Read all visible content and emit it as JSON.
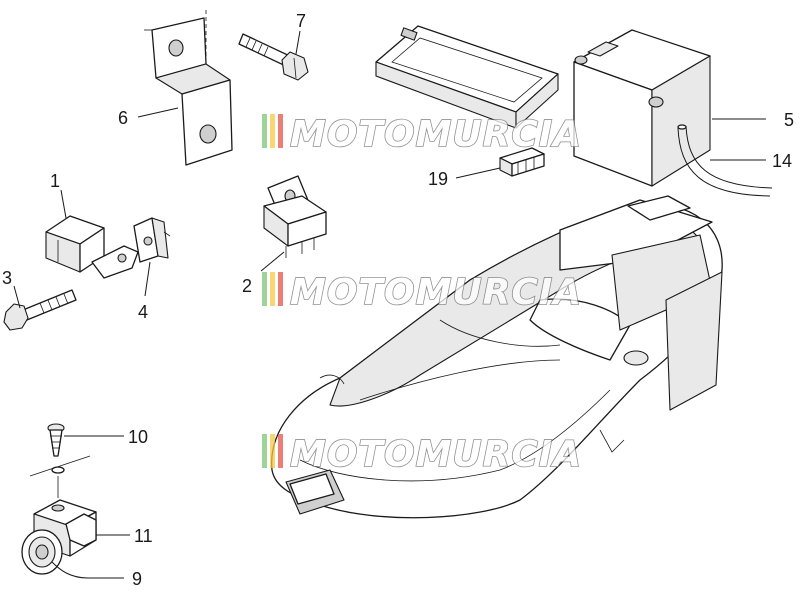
{
  "diagram": {
    "callouts": [
      {
        "id": "1",
        "label": "1"
      },
      {
        "id": "2",
        "label": "2"
      },
      {
        "id": "3",
        "label": "3"
      },
      {
        "id": "4",
        "label": "4"
      },
      {
        "id": "5",
        "label": "5"
      },
      {
        "id": "6",
        "label": "6"
      },
      {
        "id": "7",
        "label": "7"
      },
      {
        "id": "9",
        "label": "9"
      },
      {
        "id": "10",
        "label": "10"
      },
      {
        "id": "11",
        "label": "11"
      },
      {
        "id": "14",
        "label": "14"
      },
      {
        "id": "19",
        "label": "19"
      }
    ],
    "watermark": {
      "text": "MOTOMURCIA",
      "stripe_colors": [
        "#7cc576",
        "#f6c944",
        "#e5534b"
      ]
    }
  }
}
